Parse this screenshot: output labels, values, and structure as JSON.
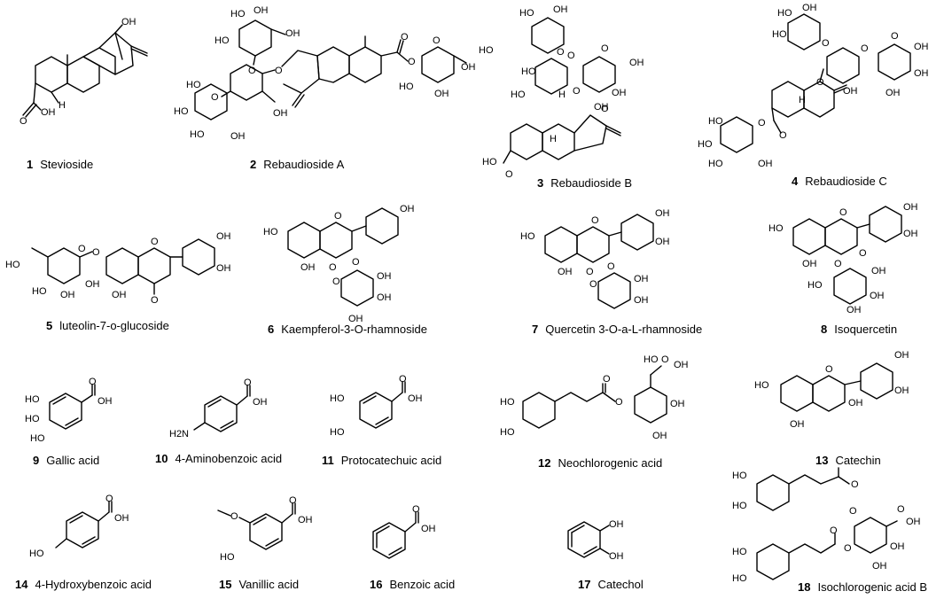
{
  "compounds": [
    {
      "id": "c1",
      "number": "1",
      "name": "Stevioside"
    },
    {
      "id": "c2",
      "number": "2",
      "name": "Rebaudioside A"
    },
    {
      "id": "c3",
      "number": "3",
      "name": "Rebaudioside B"
    },
    {
      "id": "c4",
      "number": "4",
      "name": "Rebaudioside C"
    },
    {
      "id": "c5",
      "number": "5",
      "name": "luteolin-7-o-glucoside"
    },
    {
      "id": "c6",
      "number": "6",
      "name": "Kaempferol-3-O-rhamnoside"
    },
    {
      "id": "c7",
      "number": "7",
      "name": "Quercetin 3-O-a-L-rhamnoside"
    },
    {
      "id": "c8",
      "number": "8",
      "name": "Isoquercetin"
    },
    {
      "id": "c9",
      "number": "9",
      "name": "Gallic acid"
    },
    {
      "id": "c10",
      "number": "10",
      "name": "4-Aminobenzoic acid"
    },
    {
      "id": "c11",
      "number": "11",
      "name": "Protocatechuic acid"
    },
    {
      "id": "c12",
      "number": "12",
      "name": "Neochlorogenic acid"
    },
    {
      "id": "c13",
      "number": "13",
      "name": "Catechin"
    },
    {
      "id": "c14",
      "number": "14",
      "name": "4-Hydroxybenzoic acid"
    },
    {
      "id": "c15",
      "number": "15",
      "name": "Vanillic acid"
    },
    {
      "id": "c16",
      "number": "16",
      "name": "Benzoic acid"
    },
    {
      "id": "c17",
      "number": "17",
      "name": "Catechol"
    },
    {
      "id": "c18",
      "number": "18",
      "name": "Isochlorogenic acid B"
    }
  ],
  "atoms": {
    "oh": "OH",
    "ho": "HO",
    "o": "O",
    "h": "H",
    "h2n": "H2N"
  }
}
